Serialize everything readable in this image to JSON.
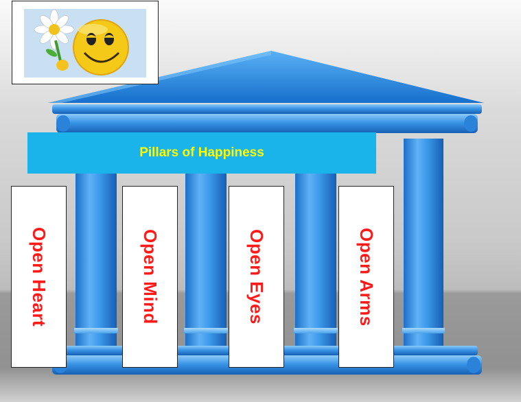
{
  "banner": {
    "title": "Pillars of Happiness",
    "background_color": "#1ab3ea",
    "text_color": "#ffff00"
  },
  "pillars": [
    {
      "label": "Open Heart"
    },
    {
      "label": "Open Mind"
    },
    {
      "label": "Open Eyes"
    },
    {
      "label": "Open Arms"
    }
  ],
  "pillar_label_color": "#ff1a1a",
  "temple_color": "#2e8fe0",
  "icons": {
    "logo": "smiley-with-daisy-icon"
  }
}
